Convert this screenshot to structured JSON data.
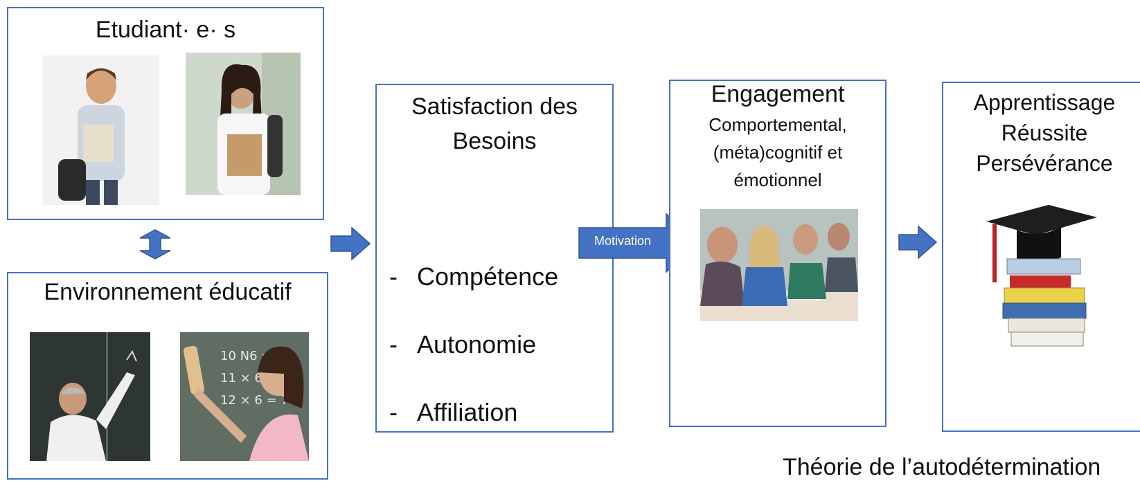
{
  "students": {
    "title": "Etudiant· e· s"
  },
  "environment": {
    "title": "Environnement éducatif"
  },
  "needs": {
    "title_line1": "Satisfaction des",
    "title_line2": "Besoins",
    "items": [
      "Compétence",
      "Autonomie",
      "Affiliation"
    ],
    "bullet": "-"
  },
  "motivation": {
    "label": "Motivation"
  },
  "engagement": {
    "title": "Engagement",
    "line1": "Comportemental,",
    "line2": "(méta)cognitif et",
    "line3": "émotionnel"
  },
  "outcomes": {
    "line1": "Apprentissage",
    "line2": "Réussite",
    "line3": "Persévérance"
  },
  "caption": "Théorie de l’autodétermination",
  "colors": {
    "accent": "#4472C4",
    "text": "#111111"
  }
}
